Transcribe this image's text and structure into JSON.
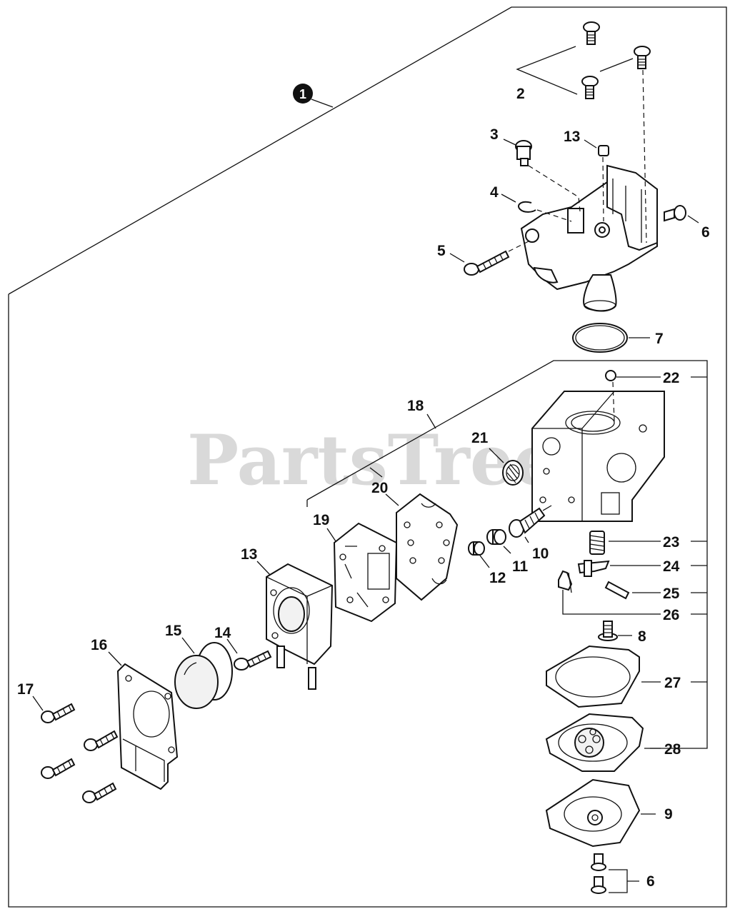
{
  "watermark": "PartsTree",
  "assembly_badge": "1",
  "callouts": {
    "c2": "2",
    "c3": "3",
    "c4": "4",
    "c5": "5",
    "c6a": "6",
    "c6b": "6",
    "c7": "7",
    "c8": "8",
    "c9": "9",
    "c10": "10",
    "c11": "11",
    "c12": "12",
    "c13a": "13",
    "c13b": "13",
    "c14": "14",
    "c15": "15",
    "c16": "16",
    "c17": "17",
    "c18": "18",
    "c19": "19",
    "c20": "20",
    "c21": "21",
    "c22": "22",
    "c23": "23",
    "c24": "24",
    "c25": "25",
    "c26": "26",
    "c27": "27",
    "c28": "28"
  }
}
